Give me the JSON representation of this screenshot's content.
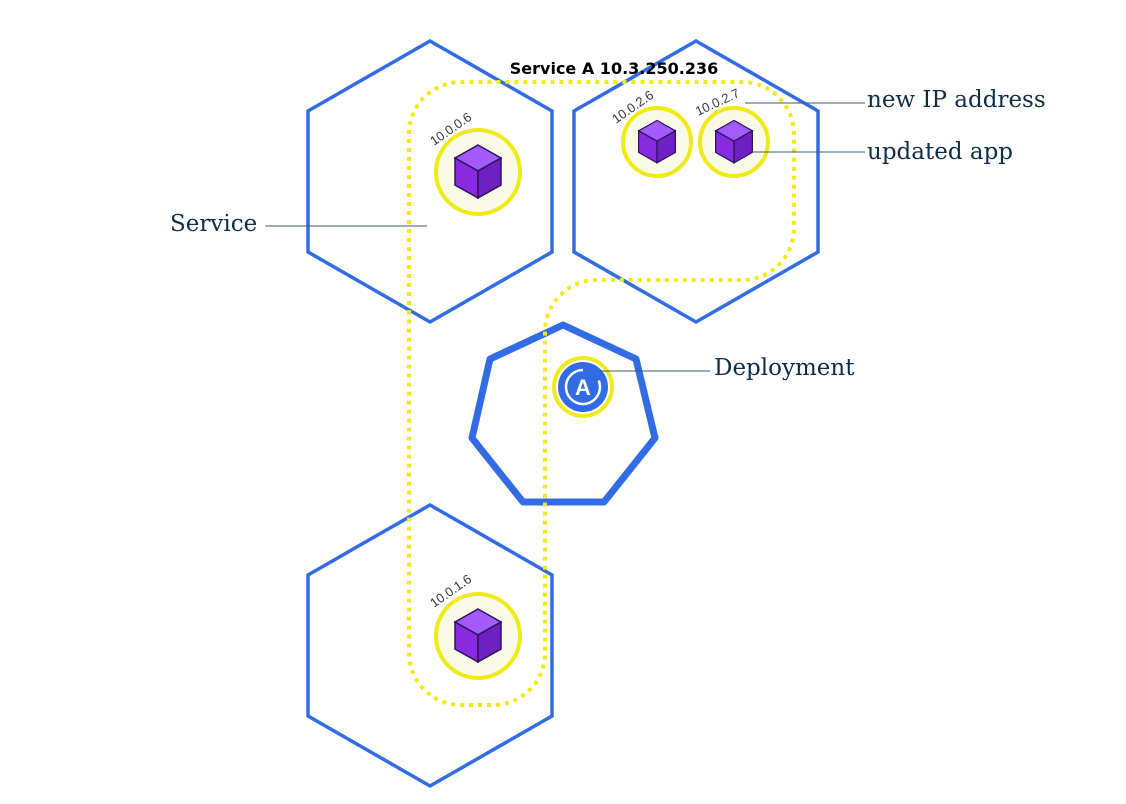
{
  "diagram": {
    "service_title": "Service A 10.3.250.236",
    "labels": {
      "service": "Service",
      "deployment": "Deployment",
      "new_ip": "new IP address",
      "updated_app": "updated app"
    },
    "pods": [
      {
        "ip": "10.0.0.6"
      },
      {
        "ip": "10.0.2.6"
      },
      {
        "ip": "10.0.2.7"
      },
      {
        "ip": "10.0.1.6"
      }
    ],
    "deployment_icon_letter": "A",
    "colors": {
      "node_stroke": "#326ce5",
      "service_dash": "#f0ea19",
      "pod_cube": "#8a2be2",
      "label_text": "#0d2e44"
    },
    "icons": [
      "cube-icon",
      "deployment-icon"
    ]
  }
}
